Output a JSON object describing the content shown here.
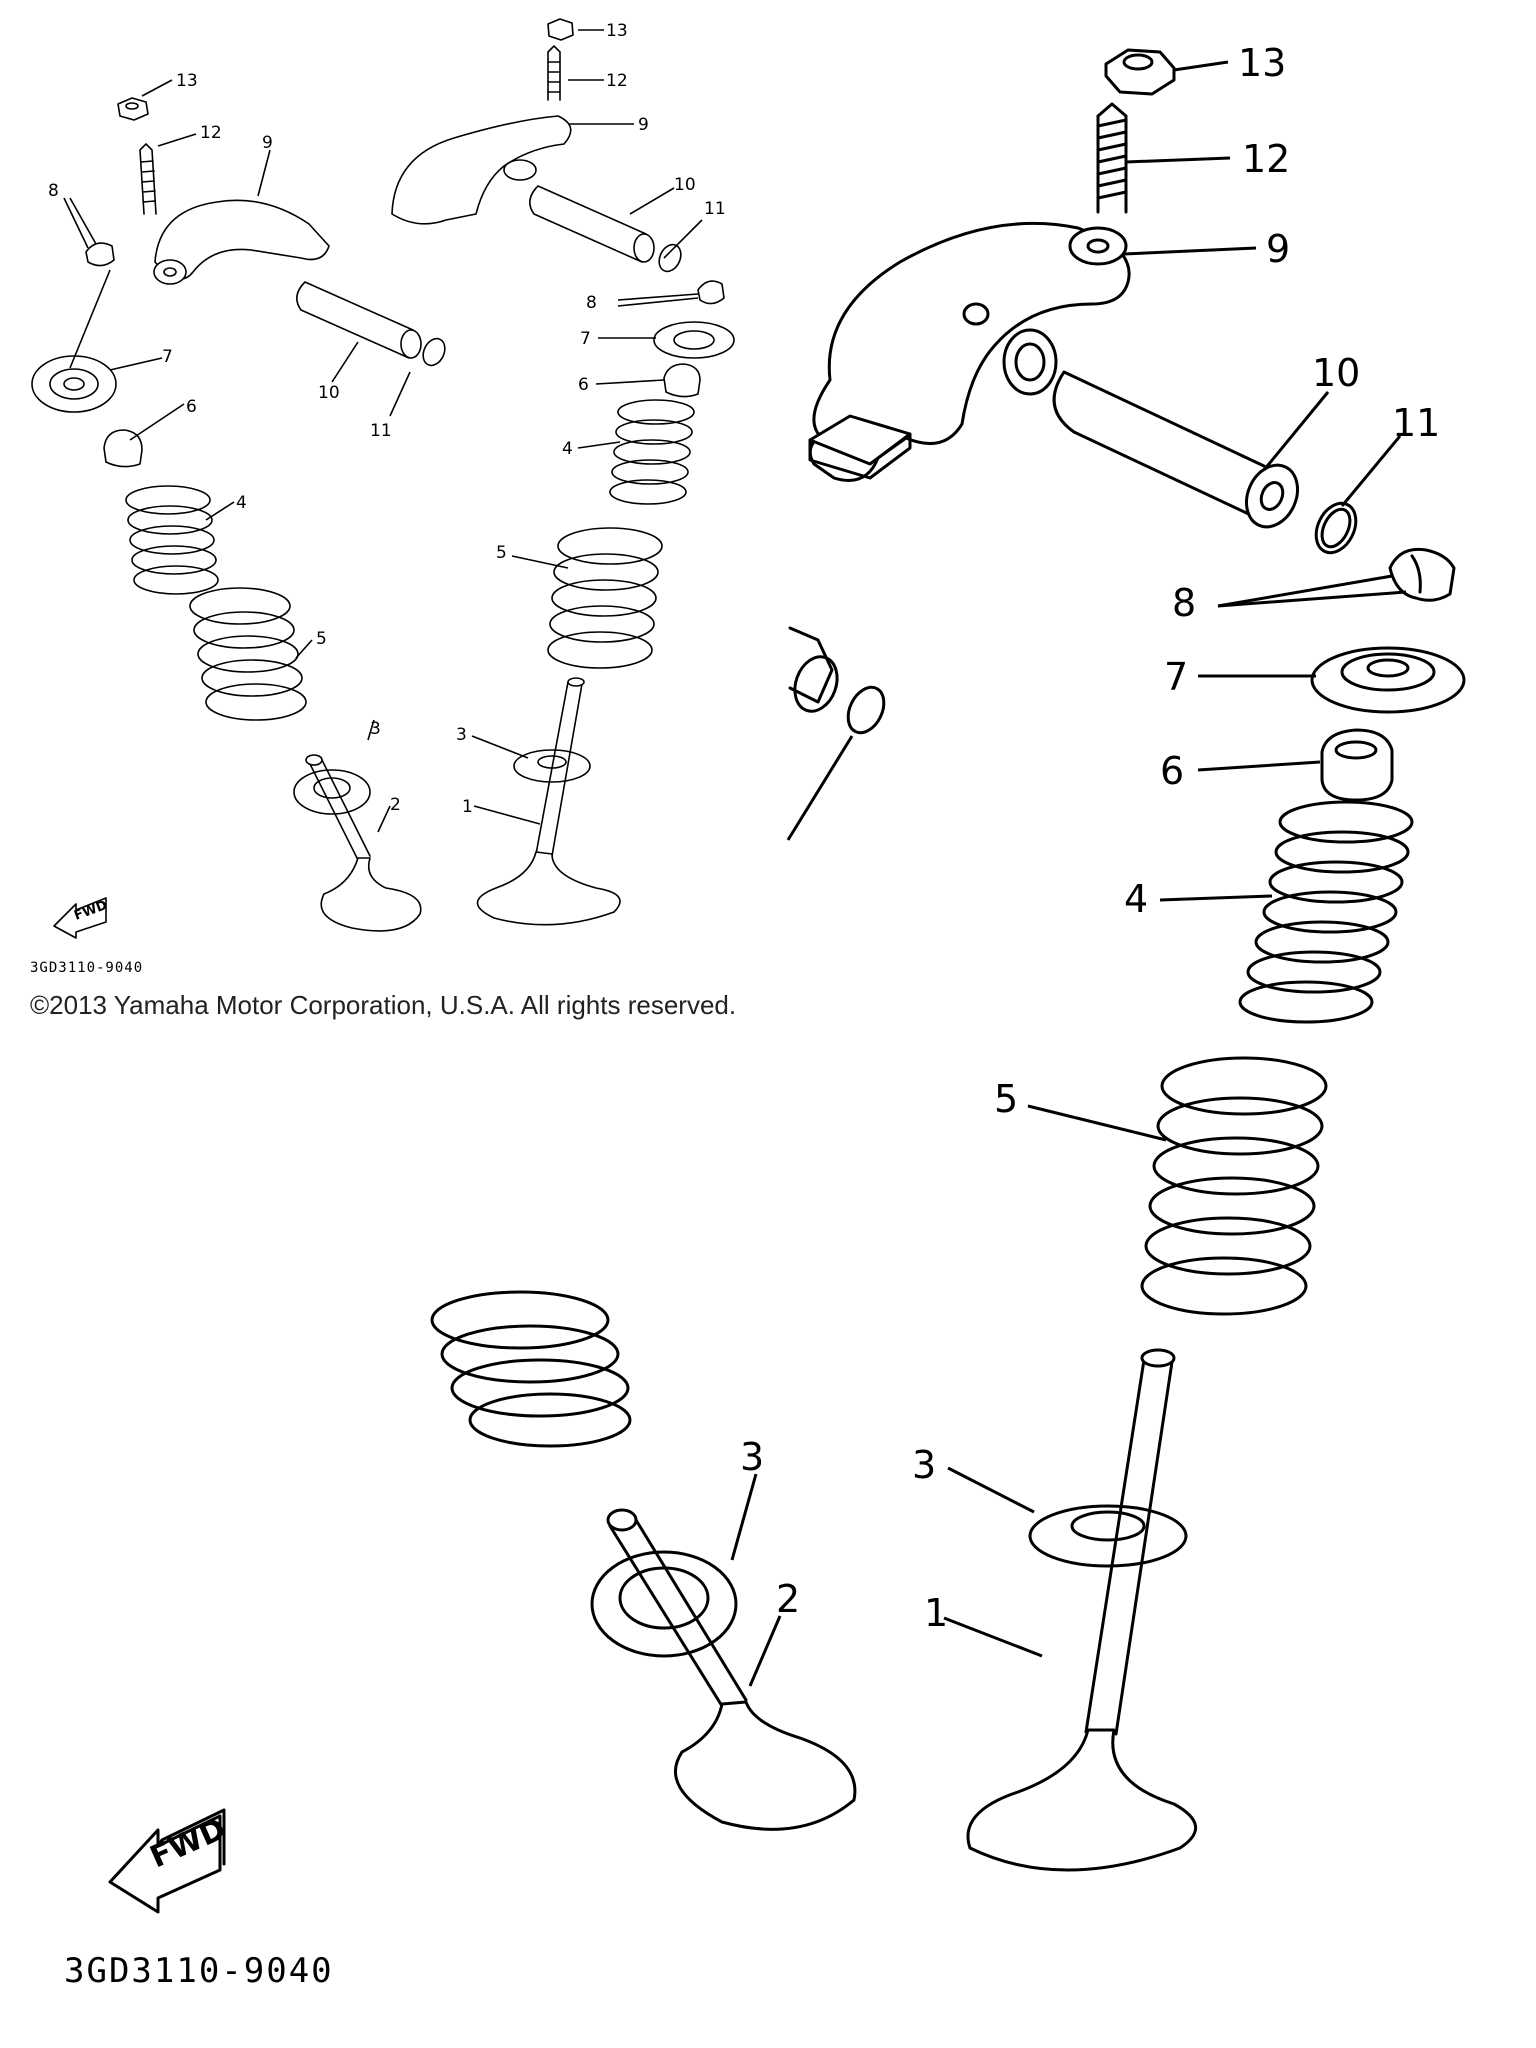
{
  "diagram": {
    "part_numbers": [
      "1",
      "2",
      "3",
      "4",
      "5",
      "6",
      "7",
      "8",
      "9",
      "10",
      "11",
      "12",
      "13"
    ],
    "drawing_code": "3GD3110-9040",
    "fwd_label": "FWD"
  },
  "copyright": "©2013 Yamaha Motor Corporation, U.S.A. All rights reserved."
}
